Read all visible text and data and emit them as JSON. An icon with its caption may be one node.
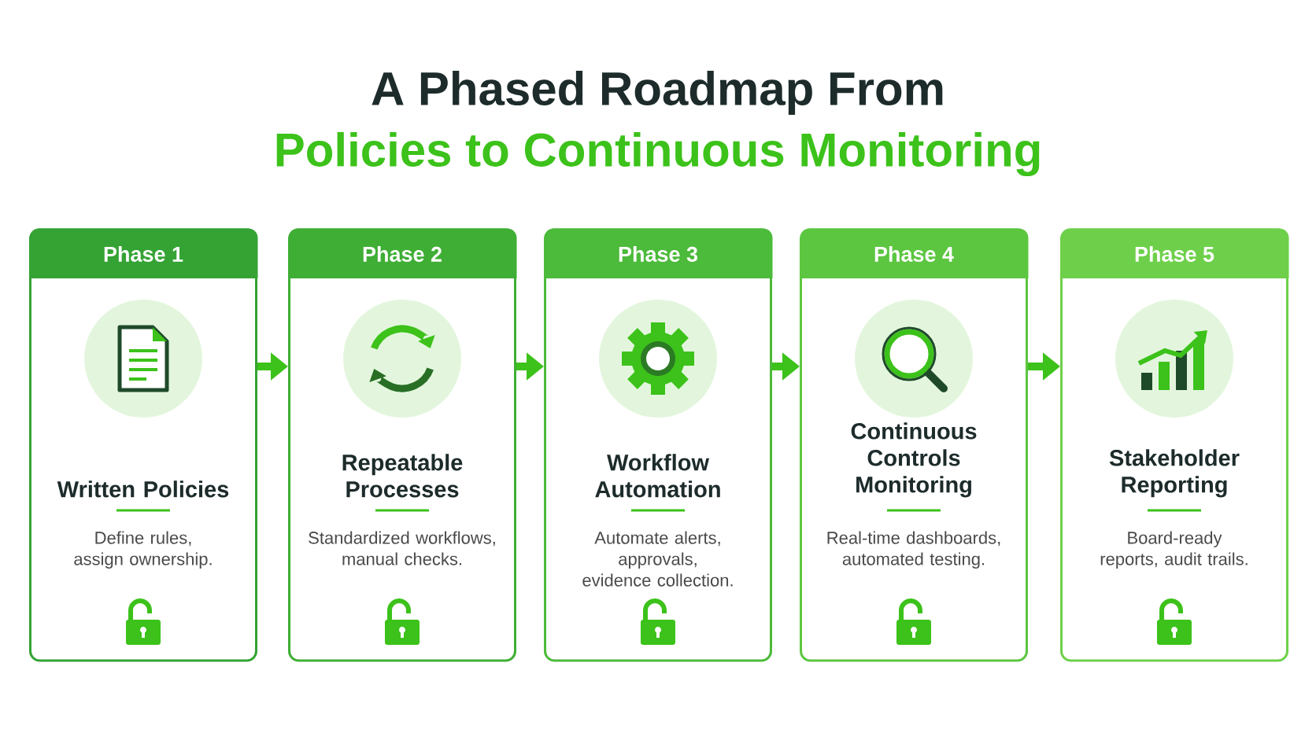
{
  "diagram": {
    "title": "A Phased Roadmap From",
    "labels": [
      "Policies to Continuous Monitoring"
    ],
    "nodes": [
      {
        "text": [
          "Phase 1",
          "Written Policies",
          "Define rules, assign ownership."
        ]
      },
      {
        "text": [
          "Phase 2",
          "Repeatable Processes",
          "Standardized workflows, manual checks."
        ]
      },
      {
        "text": [
          "Phase 3",
          "Workflow Automation",
          "Automate alerts, approvals, evidence collection."
        ]
      },
      {
        "text": [
          "Phase 4",
          "Continuous Controls Monitoring",
          "Real-time dashboards, automated testing."
        ]
      },
      {
        "text": [
          "Phase 5",
          "Stakeholder Reporting",
          "Board-ready reports, audit trails."
        ]
      }
    ],
    "edges": [
      {
        "from": 0,
        "to": 1,
        "arrow": "to"
      },
      {
        "from": 1,
        "to": 2,
        "arrow": "to"
      },
      {
        "from": 2,
        "to": 3,
        "arrow": "to"
      },
      {
        "from": 3,
        "to": 4,
        "arrow": "to"
      }
    ]
  }
}
